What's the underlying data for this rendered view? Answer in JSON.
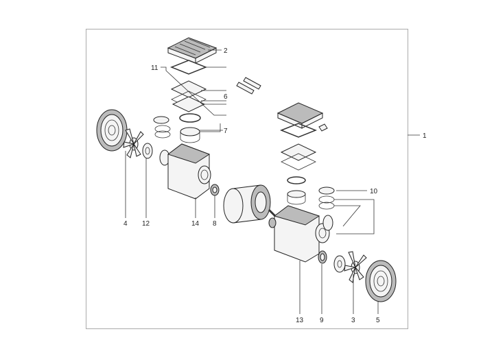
{
  "diagram": {
    "type": "exploded-parts-view",
    "part_labels": {
      "p1": "1",
      "p2": "2",
      "p3": "3",
      "p4": "4",
      "p5": "5",
      "p6": "6",
      "p7": "7",
      "p8": "8",
      "p9": "9",
      "p10": "10",
      "p11": "11",
      "p12": "12",
      "p13": "13",
      "p14": "14"
    }
  }
}
